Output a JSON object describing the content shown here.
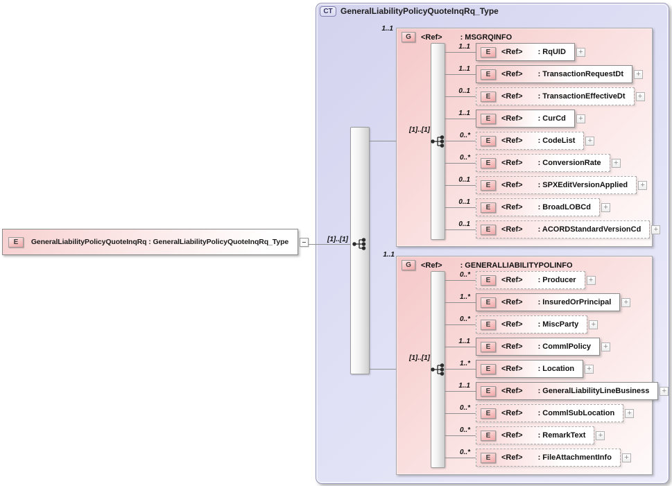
{
  "icons": {
    "expand_glyph": "+"
  },
  "root_element": {
    "badge": "E",
    "label": "GeneralLiabilityPolicyQuoteInqRq : GeneralLiabilityPolicyQuoteInqRq_Type",
    "cardinality_to_type": "[1]..[1]"
  },
  "complex_type": {
    "badge": "CT",
    "title": "GeneralLiabilityPolicyQuoteInqRq_Type",
    "groups": [
      {
        "badge": "G",
        "ref": "<Ref>",
        "name": ": MSGRQINFO",
        "cardinality": "1..1",
        "sequence_cardinality": "[1]..[1]",
        "children": [
          {
            "badge": "E",
            "ref": "<Ref>",
            "name": ": RqUID",
            "cardinality": "1..1",
            "dashed": false
          },
          {
            "badge": "E",
            "ref": "<Ref>",
            "name": ": TransactionRequestDt",
            "cardinality": "1..1",
            "dashed": false
          },
          {
            "badge": "E",
            "ref": "<Ref>",
            "name": ": TransactionEffectiveDt",
            "cardinality": "0..1",
            "dashed": true
          },
          {
            "badge": "E",
            "ref": "<Ref>",
            "name": ": CurCd",
            "cardinality": "1..1",
            "dashed": false
          },
          {
            "badge": "E",
            "ref": "<Ref>",
            "name": ": CodeList",
            "cardinality": "0..*",
            "dashed": true
          },
          {
            "badge": "E",
            "ref": "<Ref>",
            "name": ": ConversionRate",
            "cardinality": "0..*",
            "dashed": true
          },
          {
            "badge": "E",
            "ref": "<Ref>",
            "name": ": SPXEditVersionApplied",
            "cardinality": "0..1",
            "dashed": true
          },
          {
            "badge": "E",
            "ref": "<Ref>",
            "name": ": BroadLOBCd",
            "cardinality": "0..1",
            "dashed": true
          },
          {
            "badge": "E",
            "ref": "<Ref>",
            "name": ": ACORDStandardVersionCd",
            "cardinality": "0..1",
            "dashed": true
          }
        ]
      },
      {
        "badge": "G",
        "ref": "<Ref>",
        "name": ": GENERALLIABILITYPOLINFO",
        "cardinality": "1..1",
        "sequence_cardinality": "[1]..[1]",
        "children": [
          {
            "badge": "E",
            "ref": "<Ref>",
            "name": ": Producer",
            "cardinality": "0..*",
            "dashed": true
          },
          {
            "badge": "E",
            "ref": "<Ref>",
            "name": ": InsuredOrPrincipal",
            "cardinality": "1..*",
            "dashed": false
          },
          {
            "badge": "E",
            "ref": "<Ref>",
            "name": ": MiscParty",
            "cardinality": "0..*",
            "dashed": true
          },
          {
            "badge": "E",
            "ref": "<Ref>",
            "name": ": CommlPolicy",
            "cardinality": "1..1",
            "dashed": false
          },
          {
            "badge": "E",
            "ref": "<Ref>",
            "name": ": Location",
            "cardinality": "1..*",
            "dashed": false
          },
          {
            "badge": "E",
            "ref": "<Ref>",
            "name": ": GeneralLiabilityLineBusiness",
            "cardinality": "1..1",
            "dashed": false
          },
          {
            "badge": "E",
            "ref": "<Ref>",
            "name": ": CommlSubLocation",
            "cardinality": "0..*",
            "dashed": true
          },
          {
            "badge": "E",
            "ref": "<Ref>",
            "name": ": RemarkText",
            "cardinality": "0..*",
            "dashed": true
          },
          {
            "badge": "E",
            "ref": "<Ref>",
            "name": ": FileAttachmentInfo",
            "cardinality": "0..*",
            "dashed": true
          }
        ]
      }
    ]
  }
}
